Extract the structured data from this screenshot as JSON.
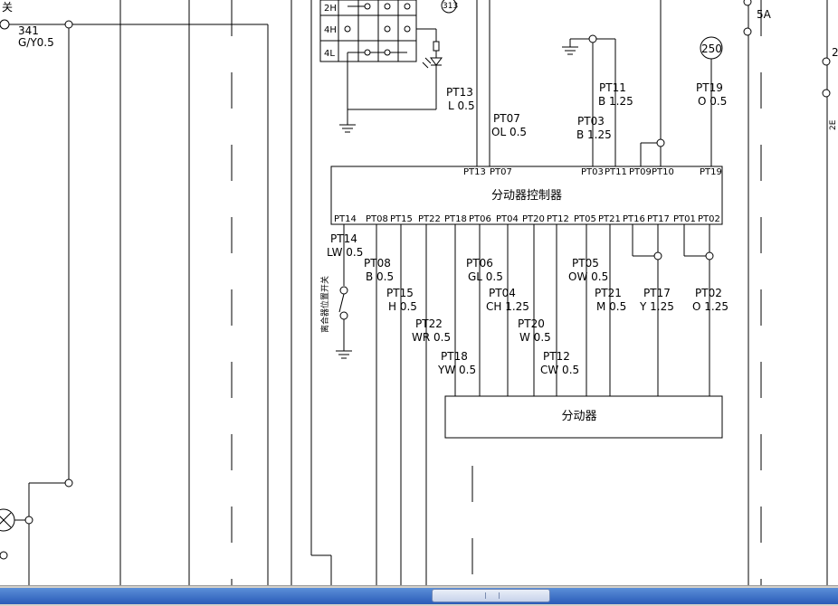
{
  "diagram": {
    "top_left_partial_label": "关",
    "wire_341": "341",
    "wire_341_spec": "G/Y0.5",
    "mode_rows": [
      "2H",
      "4H",
      "4L"
    ],
    "circle_313": "313",
    "circle_250": "250",
    "fuse_label": "5A",
    "right_partial_label": "2",
    "right_partial_small": "2E",
    "controller_label": "分动器控制器",
    "transfer_case_label": "分动器",
    "clutch_switch_label": "离合器位置开关",
    "top_pins": [
      "PT13",
      "PT07",
      "PT03",
      "PT11",
      "PT09",
      "PT10",
      "PT19"
    ],
    "bottom_pins": [
      "PT14",
      "PT08",
      "PT15",
      "PT22",
      "PT18",
      "PT06",
      "PT04",
      "PT20",
      "PT12",
      "PT05",
      "PT21",
      "PT16",
      "PT17",
      "PT01",
      "PT02"
    ],
    "wire_labels": [
      {
        "id": "PT13",
        "spec": "L 0.5"
      },
      {
        "id": "PT07",
        "spec": "OL 0.5"
      },
      {
        "id": "PT03",
        "spec": "B 1.25"
      },
      {
        "id": "PT11",
        "spec": "B 1.25"
      },
      {
        "id": "PT19",
        "spec": "O 0.5"
      },
      {
        "id": "PT14",
        "spec": "LW 0.5"
      },
      {
        "id": "PT08",
        "spec": "B 0.5"
      },
      {
        "id": "PT15",
        "spec": "H 0.5"
      },
      {
        "id": "PT22",
        "spec": "WR 0.5"
      },
      {
        "id": "PT18",
        "spec": "YW 0.5"
      },
      {
        "id": "PT06",
        "spec": "GL 0.5"
      },
      {
        "id": "PT04",
        "spec": "CH 1.25"
      },
      {
        "id": "PT20",
        "spec": "W 0.5"
      },
      {
        "id": "PT12",
        "spec": "CW 0.5"
      },
      {
        "id": "PT05",
        "spec": "OW 0.5"
      },
      {
        "id": "PT21",
        "spec": "M 0.5"
      },
      {
        "id": "PT17",
        "spec": "Y 1.25"
      },
      {
        "id": "PT02",
        "spec": "O 1.25"
      }
    ]
  },
  "colors": {
    "line": "#000000",
    "background": "#ffffff",
    "scrollbar": "#2a5bb8"
  }
}
